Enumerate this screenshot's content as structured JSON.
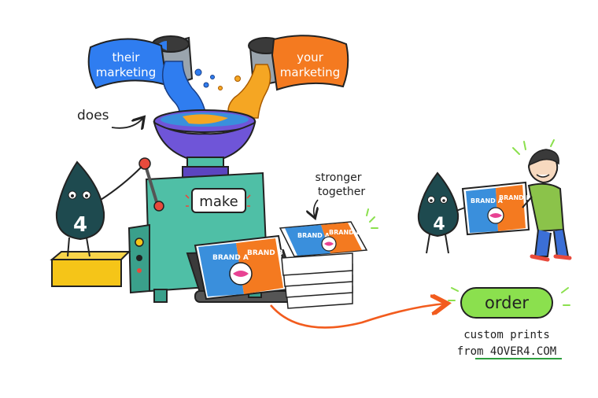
{
  "pour": {
    "left_label_line1": "their",
    "left_label_line2": "marketing",
    "right_label_line1": "your",
    "right_label_line2": "marketing",
    "does_label": "does",
    "left_color": "#2f7df0",
    "right_color": "#f47a20"
  },
  "machine": {
    "label": "make",
    "body_color": "#4fbfa6",
    "funnel_color": "#6f55d8"
  },
  "mascot": {
    "badge": "4",
    "color": "#1e4a4f"
  },
  "poster": {
    "brand_a": "BRAND A",
    "brand_b": "BRAND B"
  },
  "stack": {
    "caption_line1": "stronger",
    "caption_line2": "together"
  },
  "cta": {
    "button_label": "order",
    "line1": "custom prints",
    "line2_prefix": "from ",
    "link_text": "4OVER4.COM",
    "button_color": "#8be04e",
    "arrow_color": "#f25c1e"
  }
}
